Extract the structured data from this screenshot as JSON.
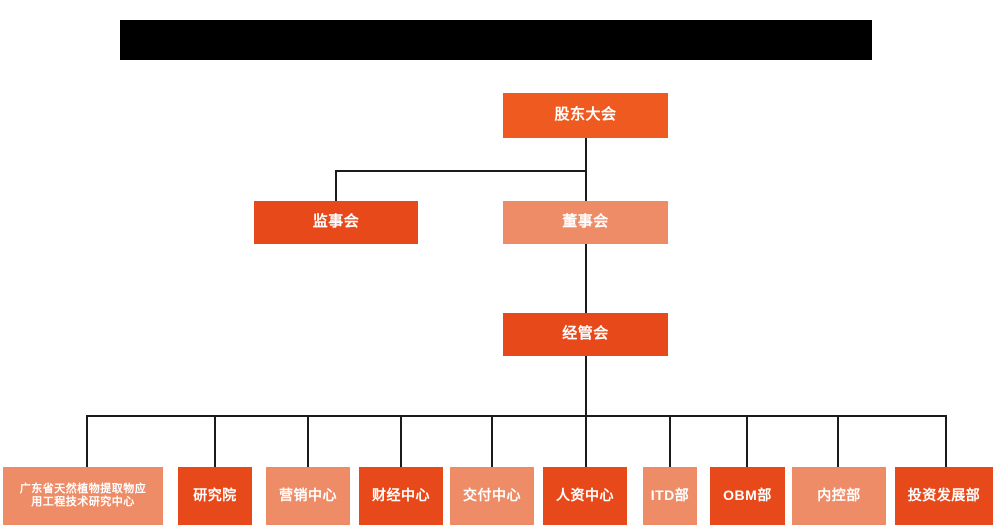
{
  "page": {
    "title_bar_redacted": true,
    "background_color": "#ffffff"
  },
  "colors": {
    "dark_orange": "#E8491A",
    "light_orange": "#EE8C68",
    "top_orange": "#EF5A21",
    "connector": "#1b1b1b",
    "redaction": "#000000",
    "text": "#ffffff"
  },
  "chart_data": {
    "type": "diagram",
    "diagram_kind": "org-chart",
    "title": "",
    "levels": [
      {
        "level": 1,
        "nodes": [
          "股东大会"
        ]
      },
      {
        "level": 2,
        "nodes": [
          "监事会",
          "董事会"
        ]
      },
      {
        "level": 3,
        "nodes": [
          "经管会"
        ]
      },
      {
        "level": 4,
        "nodes": [
          "广东省天然植物提取物应用工程技术研究中心",
          "研究院",
          "营销中心",
          "财经中心",
          "交付中心",
          "人资中心",
          "ITD部",
          "OBM部",
          "内控部",
          "投资发展部"
        ]
      }
    ],
    "edges": [
      {
        "from": "股东大会",
        "to": "监事会"
      },
      {
        "from": "股东大会",
        "to": "董事会"
      },
      {
        "from": "董事会",
        "to": "经管会"
      },
      {
        "from": "经管会",
        "to": "广东省天然植物提取物应用工程技术研究中心"
      },
      {
        "from": "经管会",
        "to": "研究院"
      },
      {
        "from": "经管会",
        "to": "营销中心"
      },
      {
        "from": "经管会",
        "to": "财经中心"
      },
      {
        "from": "经管会",
        "to": "交付中心"
      },
      {
        "from": "经管会",
        "to": "人资中心"
      },
      {
        "from": "经管会",
        "to": "ITD部"
      },
      {
        "from": "经管会",
        "to": "OBM部"
      },
      {
        "from": "经管会",
        "to": "内控部"
      },
      {
        "from": "经管会",
        "to": "投资发展部"
      }
    ]
  },
  "nodes": {
    "shareholders_meeting": {
      "label": "股东大会",
      "shade": "top"
    },
    "board_of_supervisors": {
      "label": "监事会",
      "shade": "dark"
    },
    "board_of_directors": {
      "label": "董事会",
      "shade": "light"
    },
    "management_committee": {
      "label": "经管会",
      "shade": "dark"
    },
    "departments": [
      {
        "label_line1": "广东省天然植物提取物应",
        "label_line2": "用工程技术研究中心",
        "shade": "light"
      },
      {
        "label": "研究院",
        "shade": "dark"
      },
      {
        "label": "营销中心",
        "shade": "light"
      },
      {
        "label": "财经中心",
        "shade": "dark"
      },
      {
        "label": "交付中心",
        "shade": "light"
      },
      {
        "label": "人资中心",
        "shade": "dark"
      },
      {
        "label": "ITD部",
        "shade": "light"
      },
      {
        "label": "OBM部",
        "shade": "dark"
      },
      {
        "label": "内控部",
        "shade": "light"
      },
      {
        "label": "投资发展部",
        "shade": "dark"
      }
    ]
  }
}
